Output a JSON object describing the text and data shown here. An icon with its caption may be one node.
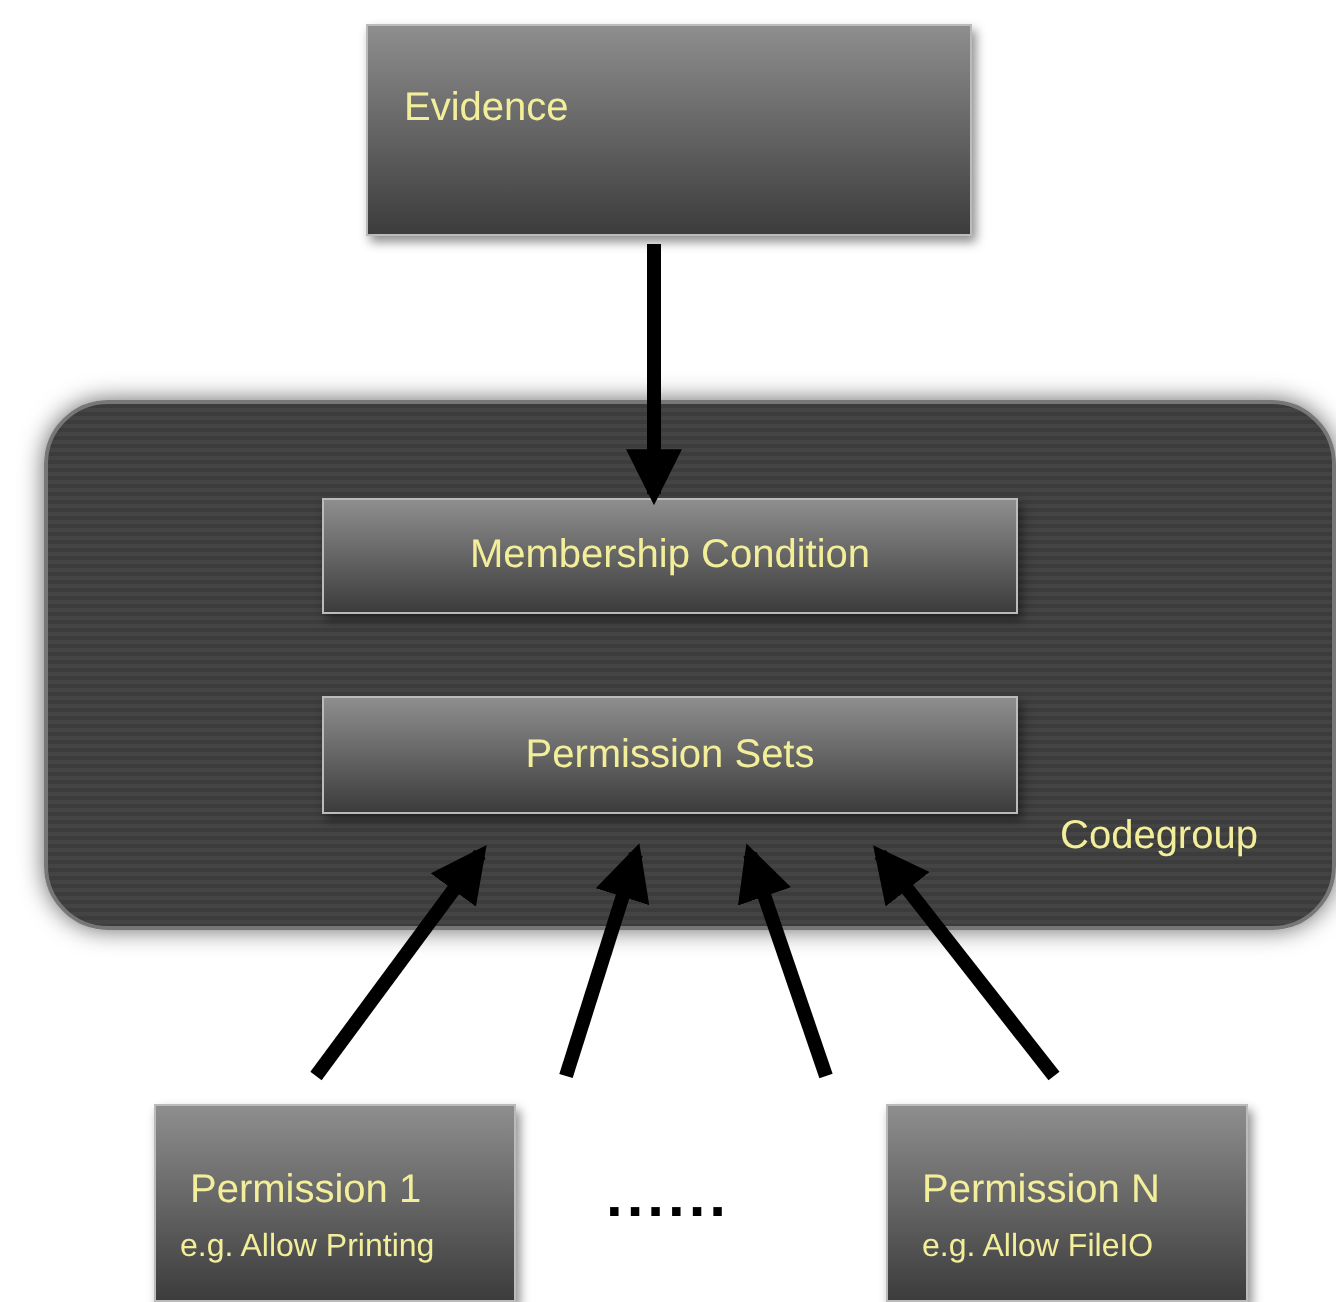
{
  "diagram": {
    "nodes": [
      {
        "text": [
          "Evidence"
        ]
      },
      {
        "text": [
          "Codegroup"
        ]
      },
      {
        "text": [
          "Membership Condition"
        ],
        "in": 1
      },
      {
        "text": [
          "Permission Sets"
        ],
        "in": 1
      },
      {
        "text": [
          "Permission 1",
          "e.g. Allow Printing"
        ]
      },
      {
        "text": [
          "Permission N",
          "e.g. Allow FileIO"
        ]
      }
    ],
    "edges": [
      {
        "from": 0,
        "to": 2,
        "arrow": "to"
      },
      {
        "from": 4,
        "to": 3,
        "arrow": "to"
      },
      {
        "from": 4,
        "to": 3,
        "arrow": "to"
      },
      {
        "from": 5,
        "to": 3,
        "arrow": "to"
      },
      {
        "from": 5,
        "to": 3,
        "arrow": "to"
      }
    ],
    "labels": [
      "......"
    ]
  }
}
